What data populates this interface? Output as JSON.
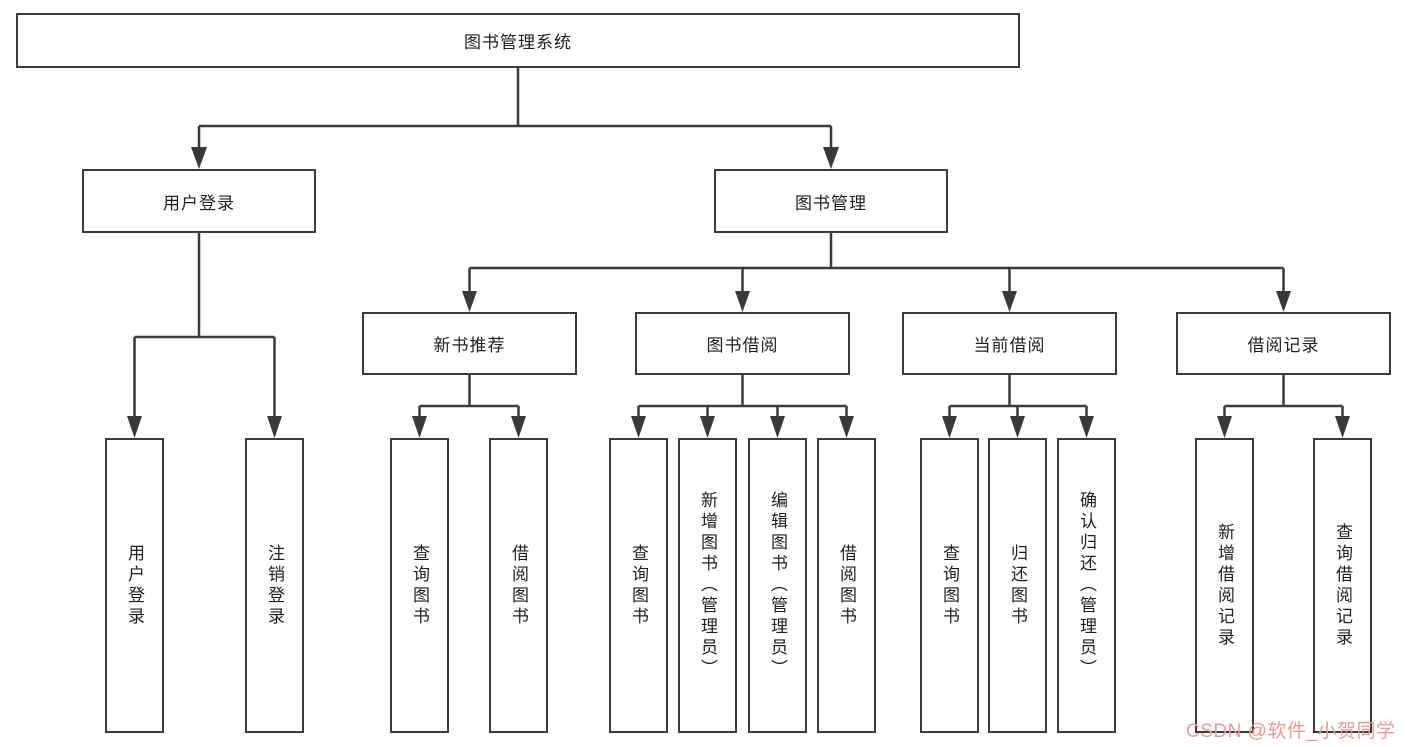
{
  "colors": {
    "line": "#3a3a3a",
    "box_border": "#3b3b3b",
    "text": "#1f1f1f",
    "background": "#ffffff",
    "watermark": "#e89b9b"
  },
  "watermark": {
    "text": "CSDN @软件_小贺同学"
  },
  "tree": {
    "root": {
      "label": "图书管理系统"
    },
    "branches": [
      {
        "label": "用户登录",
        "children": [
          {
            "label": "用户登录"
          },
          {
            "label": "注销登录"
          }
        ]
      },
      {
        "label": "图书管理",
        "children": [
          {
            "label": "新书推荐",
            "children": [
              {
                "label": "查询图书"
              },
              {
                "label": "借阅图书"
              }
            ]
          },
          {
            "label": "图书借阅",
            "children": [
              {
                "label": "查询图书"
              },
              {
                "label": "新增图书（管理员）"
              },
              {
                "label": "编辑图书（管理员）"
              },
              {
                "label": "借阅图书"
              }
            ]
          },
          {
            "label": "当前借阅",
            "children": [
              {
                "label": "查询图书"
              },
              {
                "label": "归还图书"
              },
              {
                "label": "确认归还（管理员）"
              }
            ]
          },
          {
            "label": "借阅记录",
            "children": [
              {
                "label": "新增借阅记录"
              },
              {
                "label": "查询借阅记录"
              }
            ]
          }
        ]
      }
    ]
  }
}
